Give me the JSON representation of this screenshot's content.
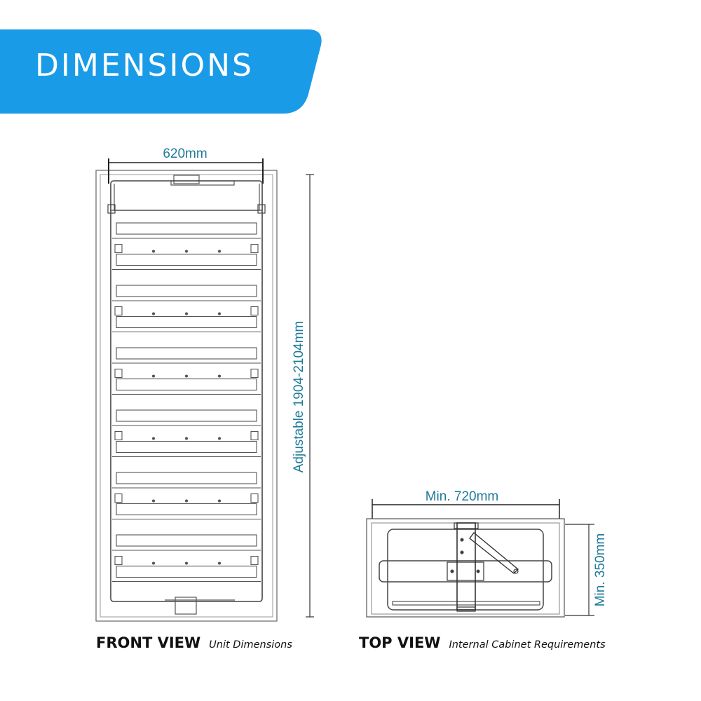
{
  "header": {
    "title": "DIMENSIONS"
  },
  "front_view": {
    "width_label": "620mm",
    "height_label": "Adjustable 1904-2104mm",
    "caption": "FRONT VIEW",
    "subcaption": "Unit Dimensions"
  },
  "top_view": {
    "width_label": "Min. 720mm",
    "depth_label": "Min. 350mm",
    "caption": "TOP VIEW",
    "subcaption": "Internal Cabinet Requirements"
  },
  "colors": {
    "banner": "#1a9be8",
    "dimension_text": "#1f7a99",
    "line": "#333333"
  }
}
